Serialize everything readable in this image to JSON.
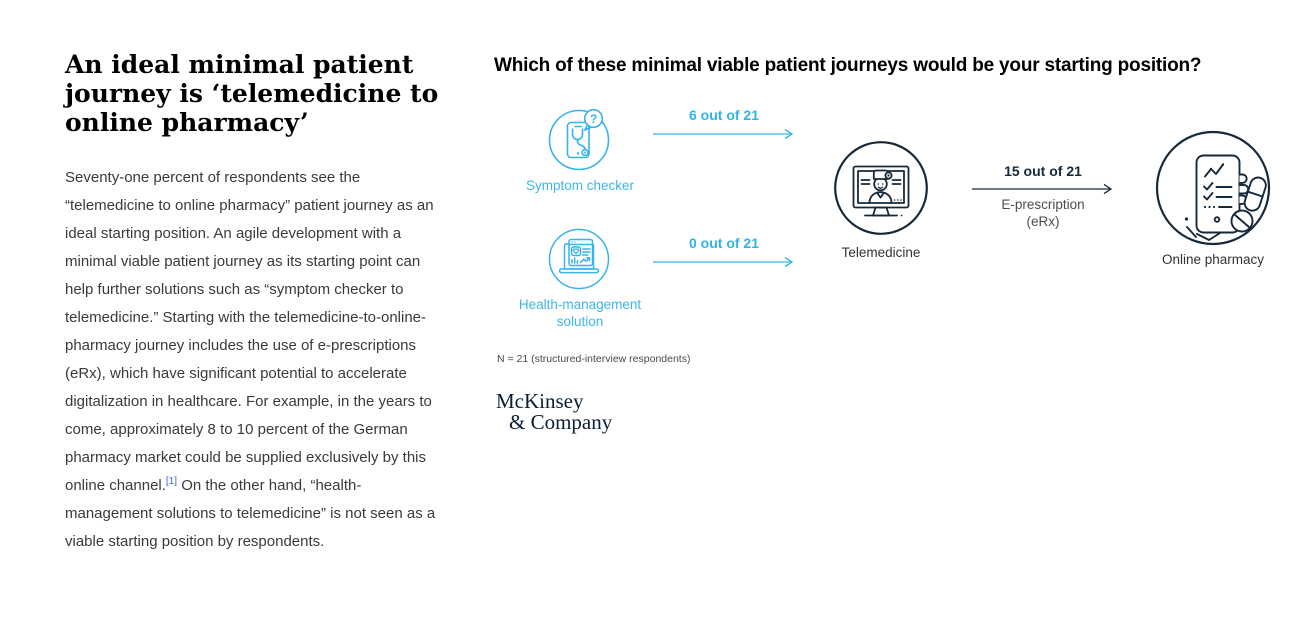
{
  "article": {
    "title_lines": [
      "An ideal minimal patient",
      "journey is ‘telemedicine to",
      "online pharmacy’"
    ],
    "body_before": "Seventy-one percent of respondents see the “telemedicine to online pharmacy” patient journey as an ideal starting position. An agile development with a minimal viable patient journey as its starting point can help further solutions such as “symptom checker to telemedicine.” Starting with the telemedicine-to-online-pharmacy journey includes the use of e-prescriptions (eRx), which have significant potential to accelerate digitalization in healthcare. For example, in the years to come, approximately 8 to 10 percent of the German pharmacy market could be supplied exclusively by this online channel.",
    "footnote_marker": "[1]",
    "body_after": " On the other hand, “health-management solutions to telemedicine” is not seen as a viable starting position by respondents."
  },
  "exhibit": {
    "question": "Which of these minimal viable patient journeys would be your starting position?",
    "nodes": [
      {
        "id": "symptom-checker",
        "label": "Symptom checker",
        "icon": "symptom-checker-icon",
        "bubble_glyph": "?"
      },
      {
        "id": "health-management",
        "label": "Health-management solution",
        "icon": "health-management-icon"
      },
      {
        "id": "telemedicine",
        "label": "Telemedicine",
        "icon": "telemedicine-icon"
      },
      {
        "id": "online-pharmacy",
        "label": "Online pharmacy",
        "icon": "online-pharmacy-icon"
      }
    ],
    "flows": [
      {
        "from": "symptom-checker",
        "to": "telemedicine",
        "label": "6 out of 21"
      },
      {
        "from": "health-management",
        "to": "telemedicine",
        "label": "0 out of 21"
      },
      {
        "from": "telemedicine",
        "to": "online-pharmacy",
        "label": "15 out of 21",
        "sublabel": "E-prescription (eRx)"
      }
    ],
    "note": "N = 21 (structured-interview respondents)",
    "icons": [
      {
        "name": "symptom-checker-icon",
        "depicts": "smartphone with stethoscope and question-mark speech bubble"
      },
      {
        "name": "health-management-icon",
        "depicts": "laptop with health dashboard: heart, text lines, bar and line charts"
      },
      {
        "name": "telemedicine-icon",
        "depicts": "monitor with doctor on video call"
      },
      {
        "name": "online-pharmacy-icon",
        "depicts": "hand holding smartphone with order list, capsule and tablet"
      }
    ],
    "colors": {
      "accent_cyan": "#2fb2e9",
      "brand_navy": "#16293a",
      "logo_navy": "#0a2035",
      "body_text": "#3a3a3a",
      "footnote_link": "#2e62e8"
    }
  },
  "logo": {
    "line1": "McKinsey",
    "line2": "& Company"
  }
}
